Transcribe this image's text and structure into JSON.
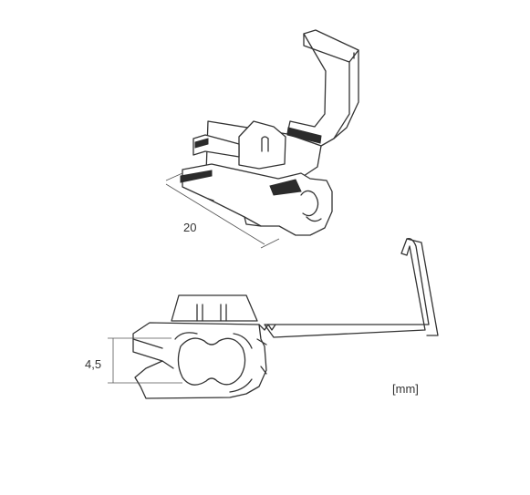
{
  "labels": {
    "length_dimension": "20",
    "height_dimension": "4,5",
    "unit": "[mm]"
  },
  "colors": {
    "line": "#333333",
    "insulation": "#2b2b2b",
    "background": "#ffffff"
  }
}
